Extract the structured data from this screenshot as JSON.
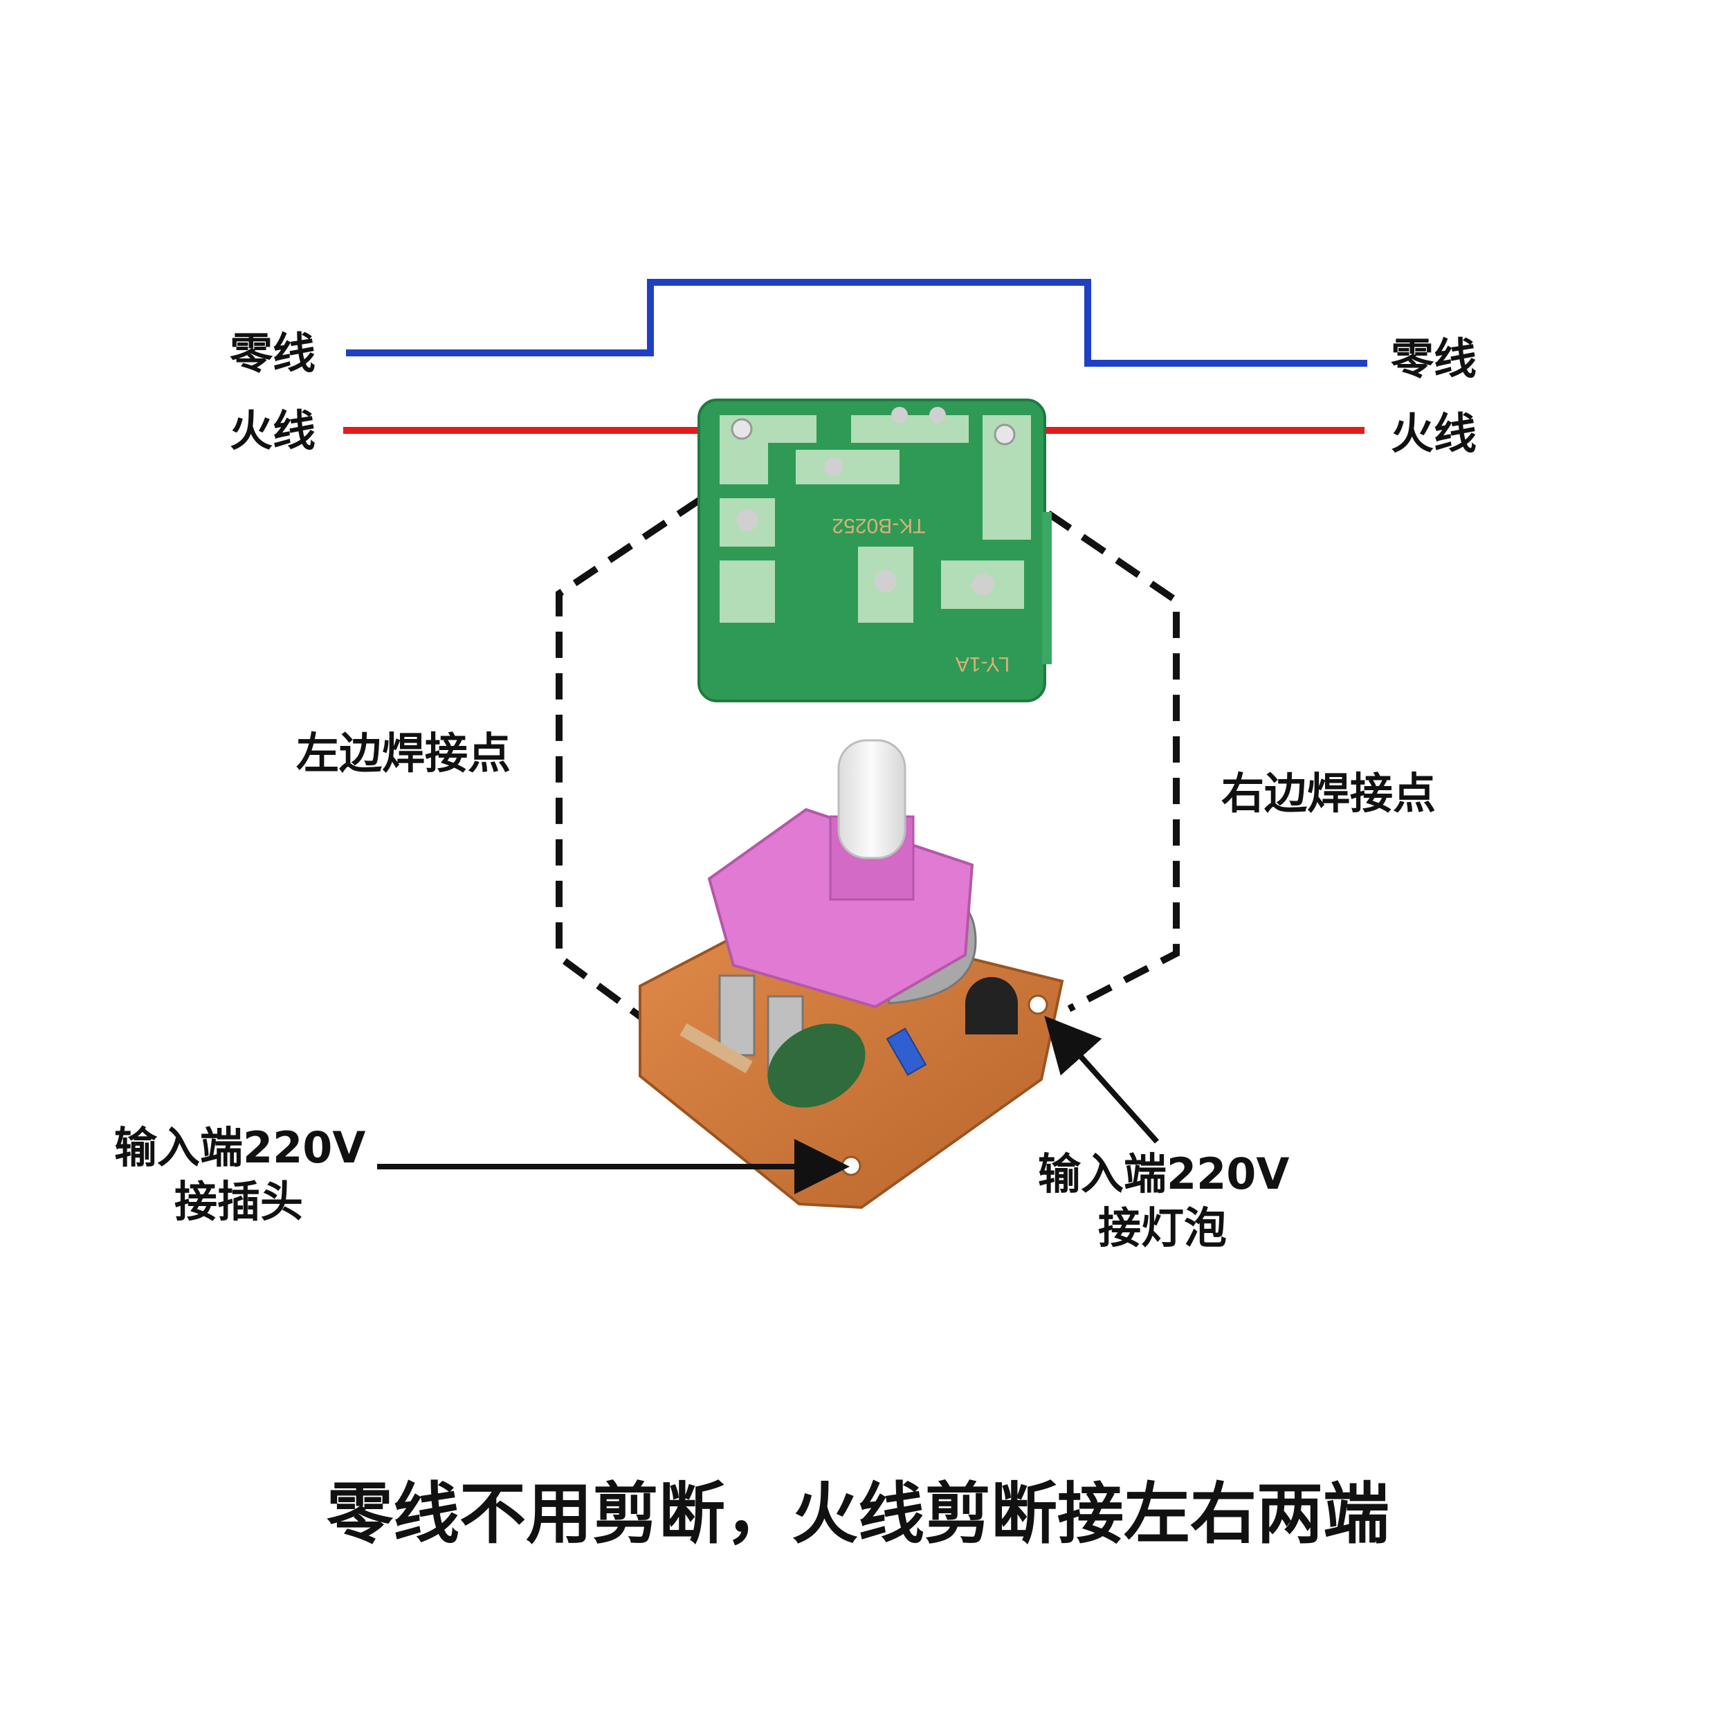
{
  "labels": {
    "neutral_left": "零线",
    "live_left": "火线",
    "neutral_right": "零线",
    "live_right": "火线",
    "left_solder": "左边焊接点",
    "right_solder": "右边焊接点",
    "input_plug_line1": "输入端220V",
    "input_plug_line2": "接插头",
    "input_bulb_line1": "输入端220V",
    "input_bulb_line2": "接灯泡"
  },
  "pcb_top": {
    "print_1": "TK-B0252",
    "print_2": "LY-1A"
  },
  "caption": "零线不用剪断，火线剪断接左右两端",
  "colors": {
    "neutral_wire": "#1f3fc4",
    "live_wire": "#e31b1b",
    "green_pcb": "#2e9a55",
    "pcb_copper": "#c9e9c8",
    "brown_pcb": "#d27a3c",
    "knob_base": "#e07ad3",
    "knob_shaft": "#f3f3f3"
  },
  "icons": [
    "green-pcb-board",
    "rotary-dimmer-module",
    "arrow-icon"
  ]
}
